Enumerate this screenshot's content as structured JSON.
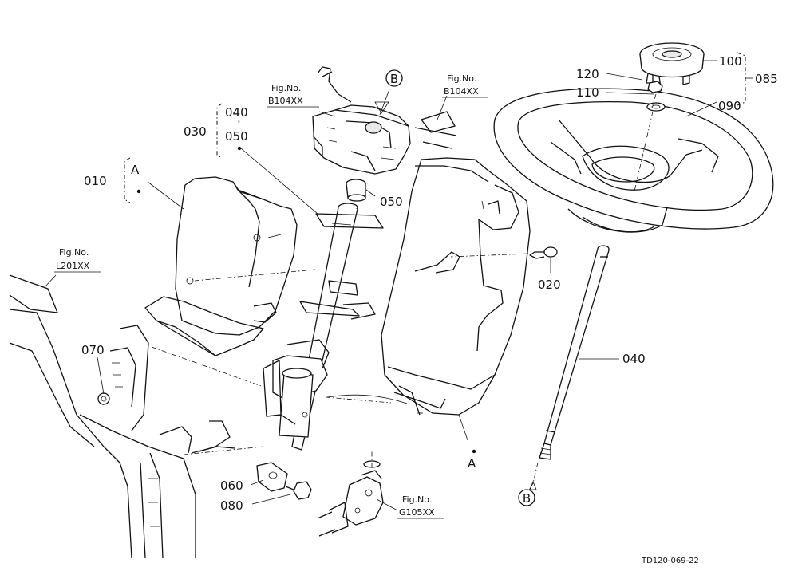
{
  "callouts": {
    "p010": "010",
    "p020": "020",
    "p030": "030",
    "p040_top": "040",
    "p040": "040",
    "p050_top": "050",
    "p050": "050",
    "p060": "060",
    "p070": "070",
    "p080": "080",
    "p085": "085",
    "p090": "090",
    "p100": "100",
    "p110": "110",
    "p120": "120"
  },
  "markers": {
    "a_upper": "A",
    "a_lower": "A",
    "b_upper": "B",
    "b_lower": "B"
  },
  "figure_refs": {
    "left_title": "Fig.No.",
    "left_code": "B104XX",
    "right_title": "Fig.No.",
    "right_code": "B104XX",
    "frame_title": "Fig.No.",
    "frame_code": "L201XX",
    "bottom_title": "Fig.No.",
    "bottom_code": "G105XX"
  },
  "drawing_code": "TD120-069-22"
}
